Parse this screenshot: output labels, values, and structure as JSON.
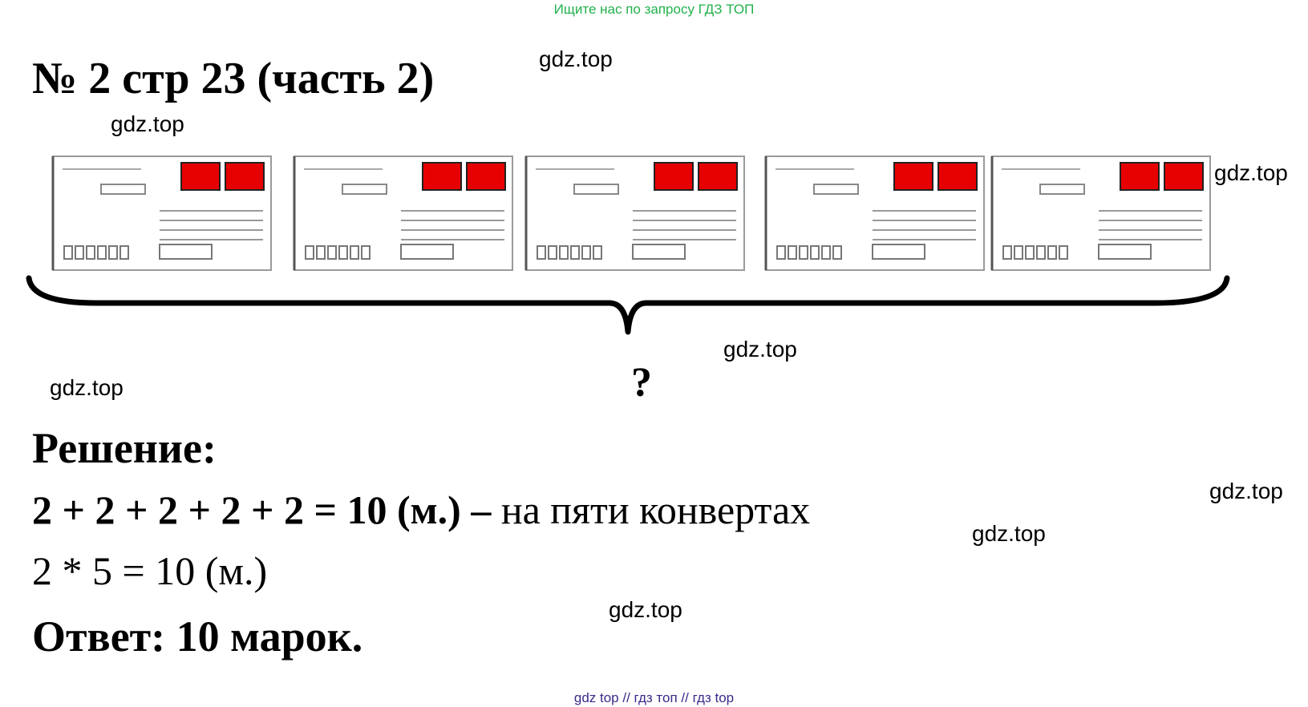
{
  "header": {
    "search_hint": "Ищите нас по запросу ГДЗ ТОП"
  },
  "title": "№ 2 стр 23 (часть 2)",
  "watermark": "gdz.top",
  "diagram": {
    "question_mark": "?",
    "envelope_count": 5,
    "stamps_per_envelope": 2,
    "stamp_color": "#e60000"
  },
  "solution": {
    "heading": "Решение:",
    "eq1_expr": "2 + 2 + 2 + 2 + 2 = 10 (м.) –",
    "eq1_text": " на пяти конвертах",
    "eq2": "2 * 5 = 10 (м.)",
    "answer": "Ответ: 10 марок."
  },
  "footer": {
    "links": [
      "gdz top",
      "гдз топ",
      "гдз top"
    ],
    "separator": "//"
  }
}
